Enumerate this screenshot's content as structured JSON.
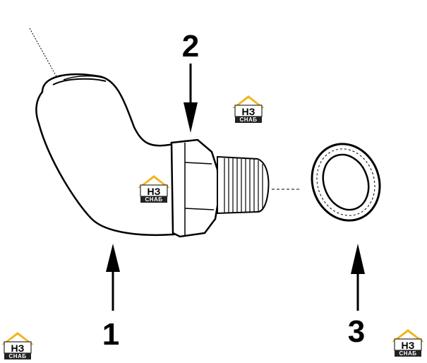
{
  "callouts": {
    "elbow": "1",
    "hex": "2",
    "washer": "3"
  },
  "watermark": {
    "top_text": "НЗ",
    "bottom_text": "СНАБ",
    "roof_color": "#f2b51c",
    "bar_color": "#222222"
  }
}
